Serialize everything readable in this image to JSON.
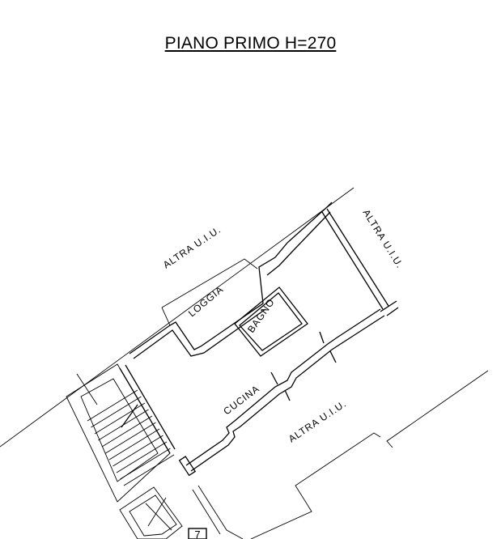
{
  "title": "PIANO PRIMO H=270",
  "rooms": {
    "altra_top": "ALTRA U.I.U.",
    "altra_right": "ALTRA U.I.U.",
    "altra_bottom": "ALTRA U.I.U.",
    "loggia": "LOGGIA",
    "bagno": "BAGNO",
    "cucina": "CUCINA"
  },
  "unit_number": "7"
}
